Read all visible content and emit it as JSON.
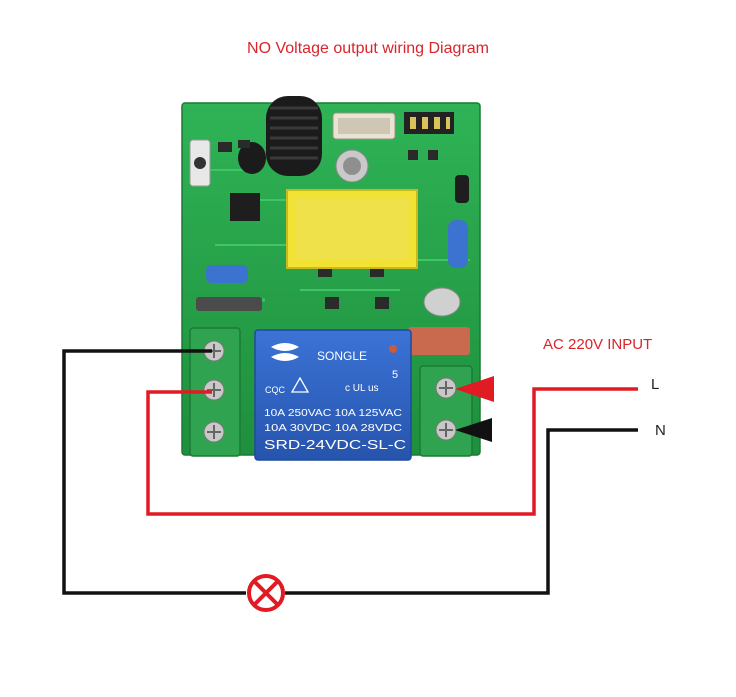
{
  "title": "NO Voltage output wiring Diagram",
  "input_label": "AC 220V INPUT",
  "wire_labels": {
    "live": "L",
    "neutral": "N"
  },
  "relay": {
    "brand": "SONGLE",
    "cert_left": "CQC",
    "cert_mark": "c UL us",
    "cert_num": "5",
    "rating_line1": "10A 250VAC  10A 125VAC",
    "rating_line2": "10A  30VDC  10A  28VDC",
    "model": "SRD-24VDC-SL-C"
  },
  "colors": {
    "board": "#27a24a",
    "relay": "#2e63c4",
    "live_wire": "#e01b24",
    "neutral_wire": "#111111",
    "label_red": "#d9252b"
  },
  "icons": {
    "load": "lamp-icon"
  }
}
